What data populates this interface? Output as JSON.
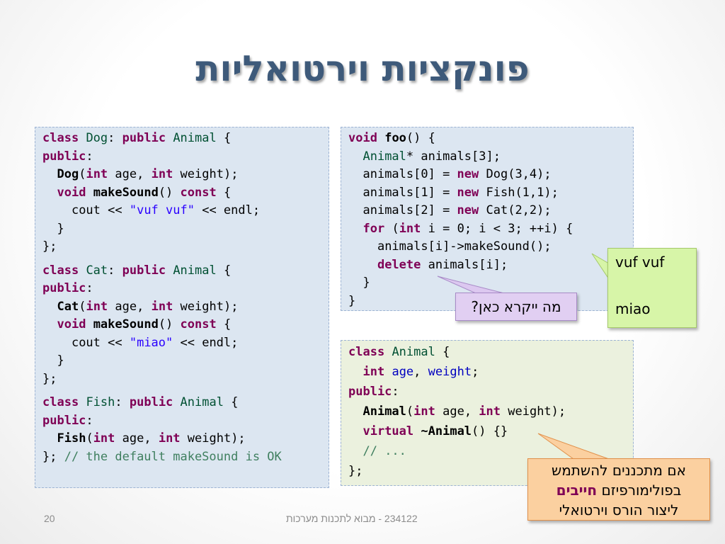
{
  "title": "פונקציות וירטואליות",
  "code_left": {
    "dog": {
      "l1_kw": "class",
      "l1_name": "Dog",
      "l1_sep": ": ",
      "l1_kw2": "public",
      "l1_base": "Animal",
      "l1_end": " {",
      "l2_kw": "public",
      "l2_end": ":",
      "l3_fn": "Dog",
      "l3_a": "(",
      "l3_int1": "int",
      "l3_b": " age, ",
      "l3_int2": "int",
      "l3_c": " weight);",
      "l4_void": "void",
      "l4_fn": "makeSound",
      "l4_a": "() ",
      "l4_const": "const",
      "l4_b": " {",
      "l5_a": "cout << ",
      "l5_str": "\"vuf vuf\"",
      "l5_b": " << endl;",
      "l6": "}",
      "l7": "};"
    },
    "cat": {
      "l1_kw": "class",
      "l1_name": "Cat",
      "l1_sep": ": ",
      "l1_kw2": "public",
      "l1_base": "Animal",
      "l1_end": " {",
      "l2_kw": "public",
      "l2_end": ":",
      "l3_fn": "Cat",
      "l3_a": "(",
      "l3_int1": "int",
      "l3_b": " age, ",
      "l3_int2": "int",
      "l3_c": " weight);",
      "l4_void": "void",
      "l4_fn": "makeSound",
      "l4_a": "() ",
      "l4_const": "const",
      "l4_b": " {",
      "l5_a": "cout << ",
      "l5_str": "\"miao\"",
      "l5_b": " << endl;",
      "l6": "}",
      "l7": "};"
    },
    "fish": {
      "l1_kw": "class",
      "l1_name": "Fish",
      "l1_sep": ": ",
      "l1_kw2": "public",
      "l1_base": "Animal",
      "l1_end": " {",
      "l2_kw": "public",
      "l2_end": ":",
      "l3_fn": "Fish",
      "l3_a": "(",
      "l3_int1": "int",
      "l3_b": " age, ",
      "l3_int2": "int",
      "l3_c": " weight);",
      "l4_a": "}; ",
      "l4_cm": "// the default makeSound is OK"
    }
  },
  "code_foo": {
    "l1_void": "void",
    "l1_fn": "foo",
    "l1_end": "() {",
    "l2_ty": "Animal",
    "l2_end": "* animals[3];",
    "l3_a": "animals[0] = ",
    "l3_new": "new",
    "l3_b": " Dog(3,4);",
    "l4_a": "animals[1] = ",
    "l4_new": "new",
    "l4_b": " Fish(1,1);",
    "l5_a": "animals[2] = ",
    "l5_new": "new",
    "l5_b": " Cat(2,2);",
    "l6_for": "for",
    "l6_a": " (",
    "l6_int": "int",
    "l6_b": " i = 0; i < 3; ++i) {",
    "l7": "animals[i]->makeSound();",
    "l8_del": "delete",
    "l8_b": " animals[i];",
    "l9": "}",
    "l10": "}"
  },
  "code_animal": {
    "l1_kw": "class",
    "l1_name": "Animal",
    "l1_end": " {",
    "l2_int": "int",
    "l2_f1": "age",
    "l2_sep": ", ",
    "l2_f2": "weight",
    "l2_end": ";",
    "l3_kw": "public",
    "l3_end": ":",
    "l4_fn": "Animal",
    "l4_a": "(",
    "l4_int1": "int",
    "l4_b": " age, ",
    "l4_int2": "int",
    "l4_c": " weight);",
    "l5_virtual": "virtual",
    "l5_fn": "~Animal",
    "l5_end": "() {}",
    "l6_cm": "// ..."
  },
  "closing_brace": "};",
  "callouts": {
    "question": "מה ייקרא כאן?",
    "output_line1": "vuf vuf",
    "output_line2": "miao",
    "note_a": "אם מתכננים להשתמש",
    "note_b1": "בפולימורפיזם ",
    "note_b_bold": "חייבים",
    "note_c": "ליצור הורס וירטואלי"
  },
  "footer": {
    "page_number": "20",
    "course": "234122 - מבוא לתכנות מערכות"
  }
}
